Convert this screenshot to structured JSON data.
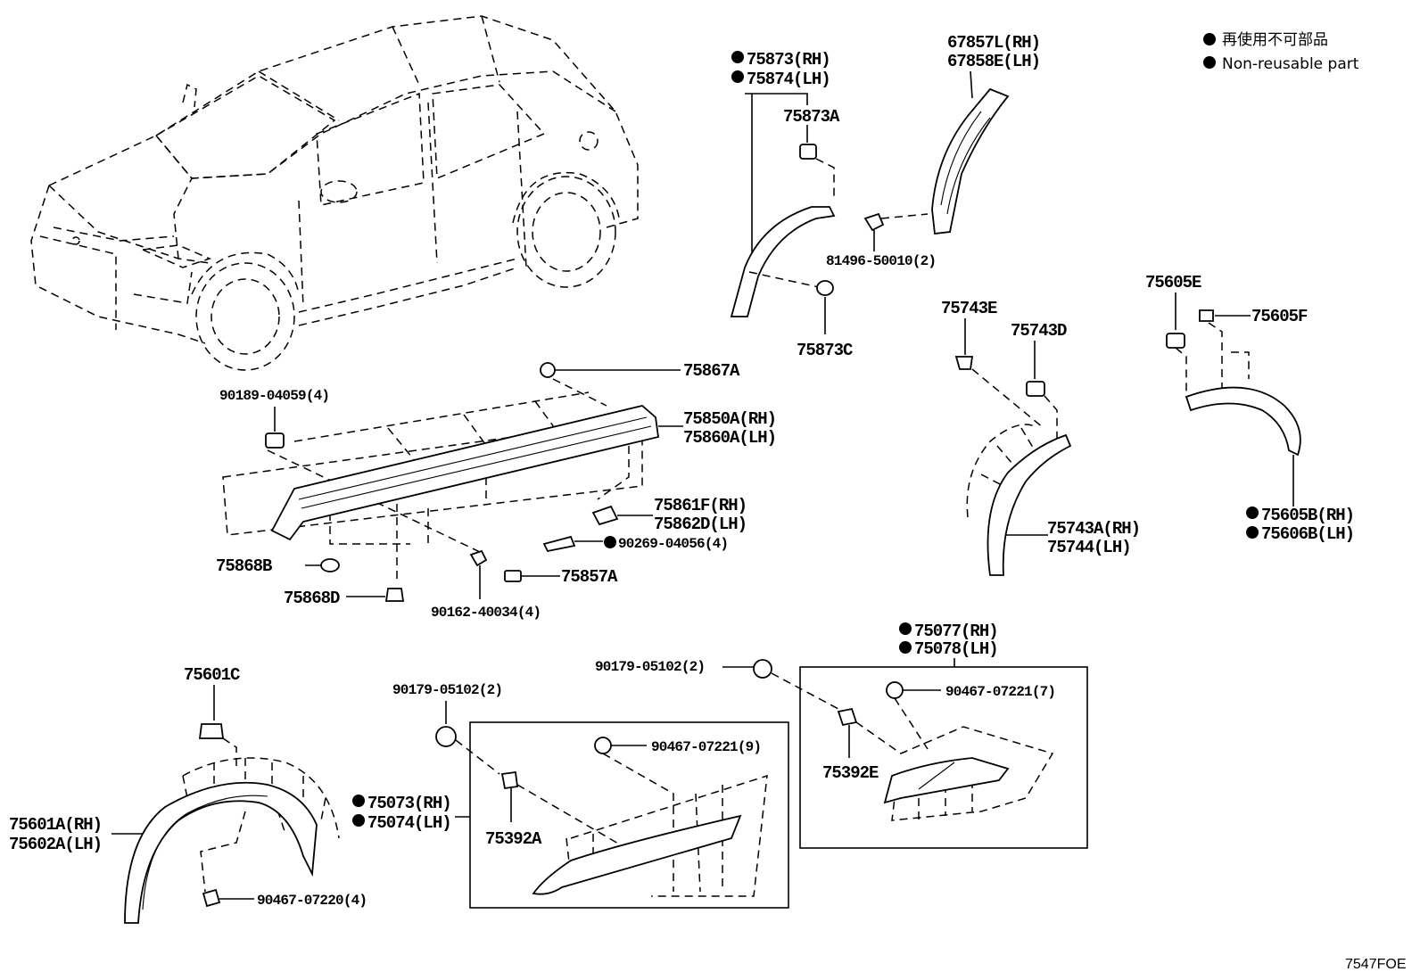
{
  "legend": {
    "jp": "再使用不可部品",
    "en": "Non-reusable part"
  },
  "labels": {
    "p75873_rh": "75873(RH)",
    "p75874_lh": "75874(LH)",
    "p75873a": "75873A",
    "p75873c": "75873C",
    "p67857l": "67857L(RH)",
    "p67858e": "67858E(LH)",
    "p81496": "81496-50010(2)",
    "p75867a": "75867A",
    "p90189": "90189-04059(4)",
    "p75850a": "75850A(RH)",
    "p75860a": "75860A(LH)",
    "p75861f": "75861F(RH)",
    "p75862d": "75862D(LH)",
    "p90269": "90269-04056(4)",
    "p75868b": "75868B",
    "p75857a": "75857A",
    "p75868d": "75868D",
    "p90162": "90162-40034(4)",
    "p75743e": "75743E",
    "p75743d": "75743D",
    "p75743a": "75743A(RH)",
    "p75744": "75744(LH)",
    "p75605e": "75605E",
    "p75605f": "75605F",
    "p75605b": "75605B(RH)",
    "p75606b": "75606B(LH)",
    "p75077": "75077(RH)",
    "p75078": "75078(LH)",
    "p90179_b": "90179-05102(2)",
    "p90467_7": "90467-07221(7)",
    "p75392e": "75392E",
    "p75601c": "75601C",
    "p90179_a": "90179-05102(2)",
    "p90467_9": "90467-07221(9)",
    "p75073": "75073(RH)",
    "p75074": "75074(LH)",
    "p75392a": "75392A",
    "p75601a": "75601A(RH)",
    "p75602a": "75602A(LH)",
    "p90467_4": "90467-07220(4)"
  },
  "diagram_code": "7547FOE"
}
